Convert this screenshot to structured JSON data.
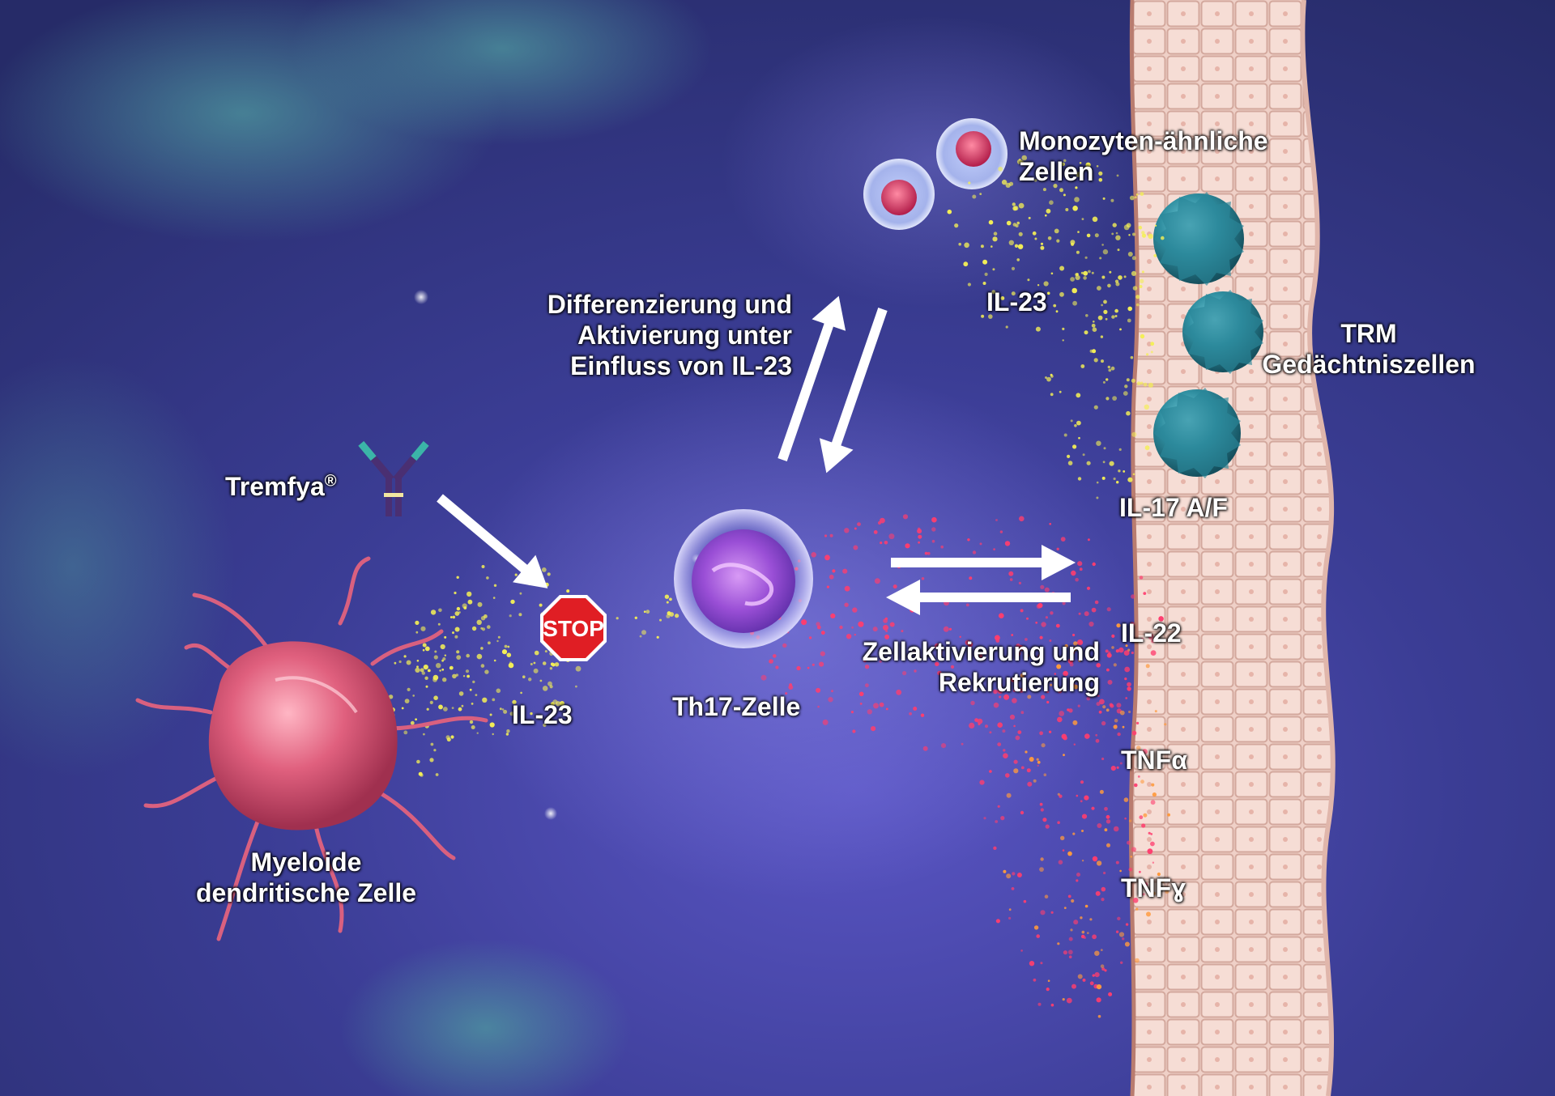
{
  "labels": {
    "monocytes": [
      "Monozyten-ähnliche",
      "Zellen"
    ],
    "il23_top": "IL-23",
    "differentiation": [
      "Differenzierung und",
      "Aktivierung unter",
      "Einfluss von IL-23"
    ],
    "trm": [
      "TRM",
      "Gedächtniszellen"
    ],
    "tremfya": "Tremfya",
    "tremfya_mark": "®",
    "stop": "STOP",
    "il17": "IL-17 A/F",
    "th17": "Th17-Zelle",
    "il23_bottom": "IL-23",
    "activation": [
      "Zellaktivierung und",
      "Rekrutierung"
    ],
    "il22": "IL-22",
    "tnfa": "TNFα",
    "tnfg": "TNFɣ",
    "myeloid": [
      "Myeloide",
      "dendritische Zelle"
    ]
  },
  "colors": {
    "background_deep": "#2a2f74",
    "background_mid": "#4a4aa8",
    "background_teal": "#3d7d86",
    "tissue": "#f0d2c9",
    "tissue_line": "#c89a8f",
    "il23_particles": "#f4ef56",
    "il17_particles": "#ff3d6e",
    "tnf_particles": "#ff9a3d",
    "stop_sign": "#e01e24",
    "antibody_purple": "#4a2f72",
    "antibody_teal": "#3bb5a8",
    "arrows": "#ffffff"
  },
  "icons": [
    "antibody-icon",
    "stop-sign-icon",
    "arrow-icon"
  ]
}
